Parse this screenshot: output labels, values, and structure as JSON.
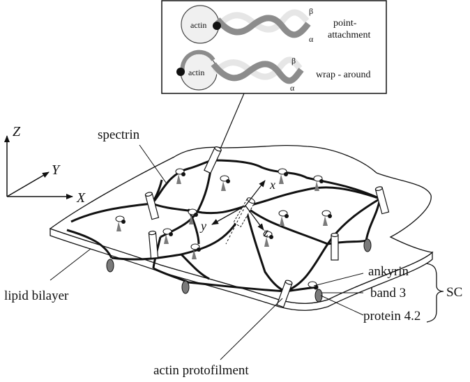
{
  "inset": {
    "actin_top": "actin",
    "actin_bottom": "actin",
    "beta_top": "β",
    "alpha_top": "α",
    "beta_bottom": "β",
    "alpha_bottom": "α",
    "point_attachment_line1": "point-",
    "point_attachment_line2": "attachment",
    "wrap_around": "wrap - around"
  },
  "axes": {
    "global_x": "X",
    "global_y": "Y",
    "global_z": "Z",
    "local_x": "x",
    "local_y": "y",
    "local_z": "z"
  },
  "labels": {
    "spectrin": "spectrin",
    "lipid_bilayer": "lipid bilayer",
    "actin_protofilament": "actin protofilment",
    "ankyrin": "ankyrin",
    "band3": "band 3",
    "protein42": "protein 4.2",
    "sc": "SC"
  },
  "colors": {
    "stroke": "#111111",
    "spectrin_gray": "#8c8c8c",
    "spectrin_light": "#e6e6e6",
    "actin_fill": "#f0f0f0",
    "protein_gray": "#7a7a7a"
  }
}
